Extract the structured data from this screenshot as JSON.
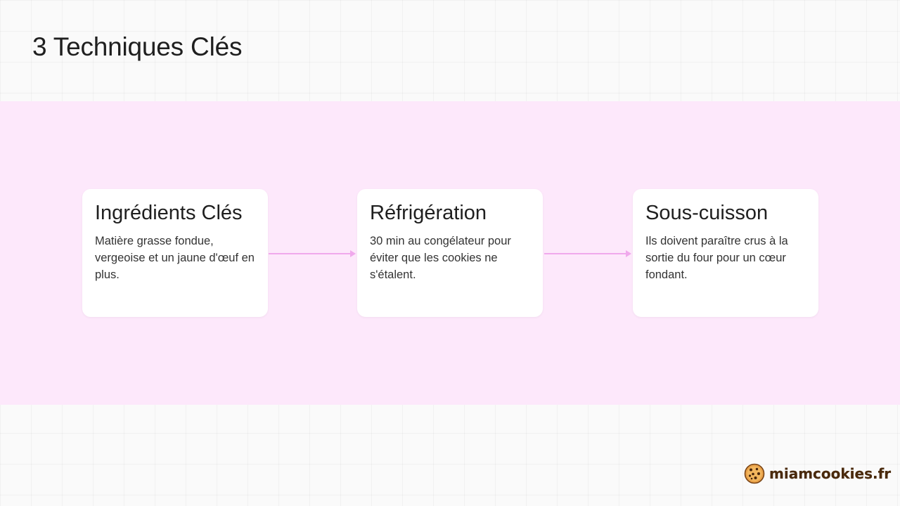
{
  "slide": {
    "title": "3 Techniques Clés"
  },
  "steps": [
    {
      "title": "Ingrédients Clés",
      "text": "Matière grasse fondue, vergeoise et un jaune d'œuf en plus."
    },
    {
      "title": "Réfrigération",
      "text": "30 min au congélateur pour éviter que les cookies ne s'étalent."
    },
    {
      "title": "Sous-cuisson",
      "text": "Ils doivent paraître crus à la sortie du four pour un cœur fondant."
    }
  ],
  "brand": {
    "name": "miamcookies.fr",
    "icon": "cookie-icon"
  },
  "colors": {
    "band": "#fde8fb",
    "connector": "#f0a9ec",
    "card": "#ffffff",
    "brand_text": "#4a2a0d"
  }
}
